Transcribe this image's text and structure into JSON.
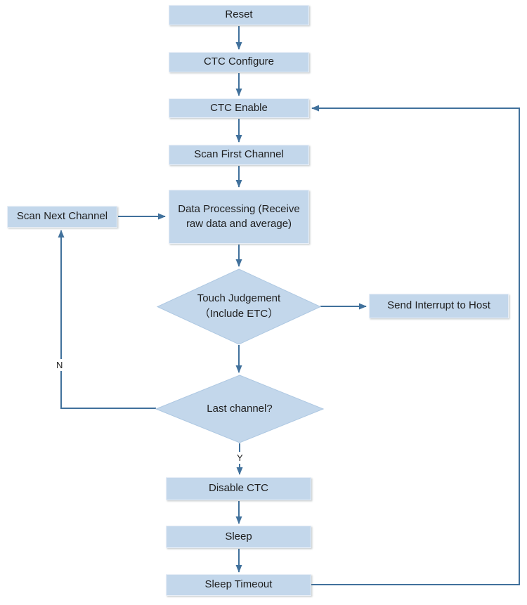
{
  "diagram": {
    "nodes": {
      "reset": {
        "label": "Reset"
      },
      "ctc_configure": {
        "label": "CTC Configure"
      },
      "ctc_enable": {
        "label": "CTC Enable"
      },
      "scan_first_channel": {
        "label": "Scan First Channel"
      },
      "data_processing": {
        "label": "Data Processing (Receive raw data and average)"
      },
      "scan_next_channel": {
        "label": "Scan Next Channel"
      },
      "touch_judgement": {
        "label": "Touch Judgement\n（Include ETC）"
      },
      "send_interrupt": {
        "label": "Send Interrupt to Host"
      },
      "last_channel": {
        "label": "Last channel?"
      },
      "disable_ctc": {
        "label": "Disable CTC"
      },
      "sleep": {
        "label": "Sleep"
      },
      "sleep_timeout": {
        "label": "Sleep Timeout"
      }
    },
    "branch_labels": {
      "yes": "Y",
      "no": "N"
    },
    "colors": {
      "node_fill": "#c3d7eb",
      "connector": "#41719c",
      "text": "#1f1f1f",
      "background": "#ffffff"
    }
  }
}
